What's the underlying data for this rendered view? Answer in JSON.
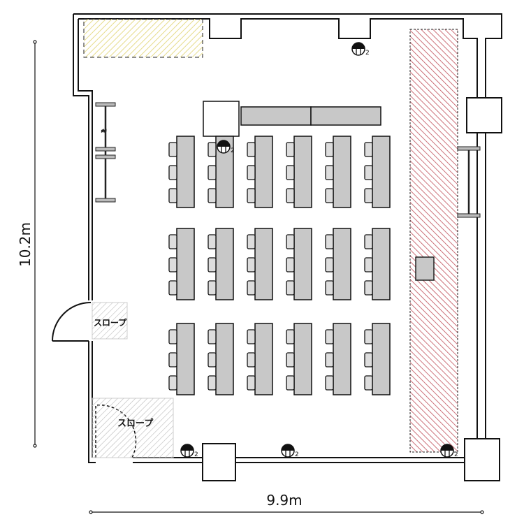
{
  "dimensions": {
    "height_label": "10.2m",
    "width_label": "9.9m"
  },
  "slope_labels": [
    "スロープ",
    "スロープ"
  ],
  "outlet_count_label": "2",
  "seating": {
    "rows": 3,
    "columns": 6,
    "chairs_per_table": 3
  },
  "colors": {
    "table": "#c8c8c8",
    "stage_hatch": "#c0505a",
    "storage_hatch": "#e6dc8c",
    "slope_hatch": "#bbbbbb"
  }
}
